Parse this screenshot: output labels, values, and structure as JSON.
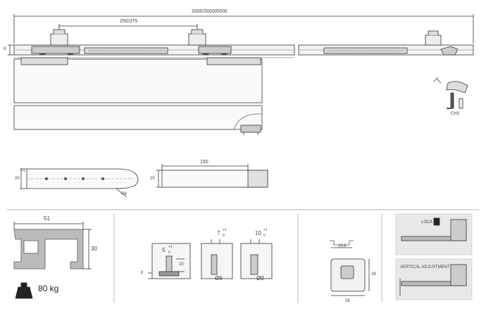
{
  "dimensions": {
    "rail_length": "2000/3000/6000",
    "stopper_spacing": "250/375",
    "rail_offset": "9",
    "hex_key": "CH3",
    "panel_thickness_left": "20",
    "tolerance": "+1",
    "radius": "R8",
    "slot_length": "150",
    "panel_thickness_right": "20",
    "profile_width": "51",
    "profile_height": "30",
    "weight": "80 kg",
    "gap_5": "5",
    "gap_5_tol": "+1",
    "gap_5_base": "0",
    "height_8": "8",
    "depth_15": "15",
    "gap_7": "7",
    "gap_7_tol": "+1",
    "gap_7_base": "0",
    "diameter_6": "Ø6",
    "gap_10": "10",
    "gap_10_tol": "+1",
    "gap_10_base": "0",
    "diameter_9": "Ø9",
    "guide_width": "19.6",
    "guide_square_width": "28",
    "guide_square_height": "28"
  },
  "photos": {
    "lock_label": "LOCK",
    "vertical_label": "VERTICAL ADJUSTMENT"
  }
}
